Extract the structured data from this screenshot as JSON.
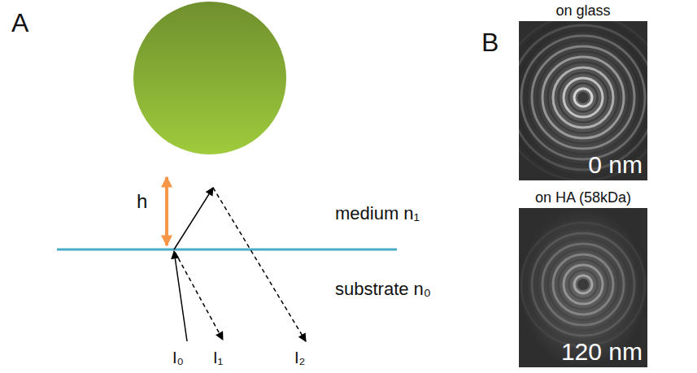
{
  "diagram": {
    "nodes": [
      {
        "text": [
          "on glass",
          "0 nm"
        ]
      },
      {
        "text": [
          "on HA (58kDa)",
          "120 nm"
        ]
      }
    ],
    "labels": [
      "A",
      "h",
      "medium n₁",
      "substrate n₀",
      "I₀",
      "I₁",
      "I₂",
      "B"
    ]
  }
}
